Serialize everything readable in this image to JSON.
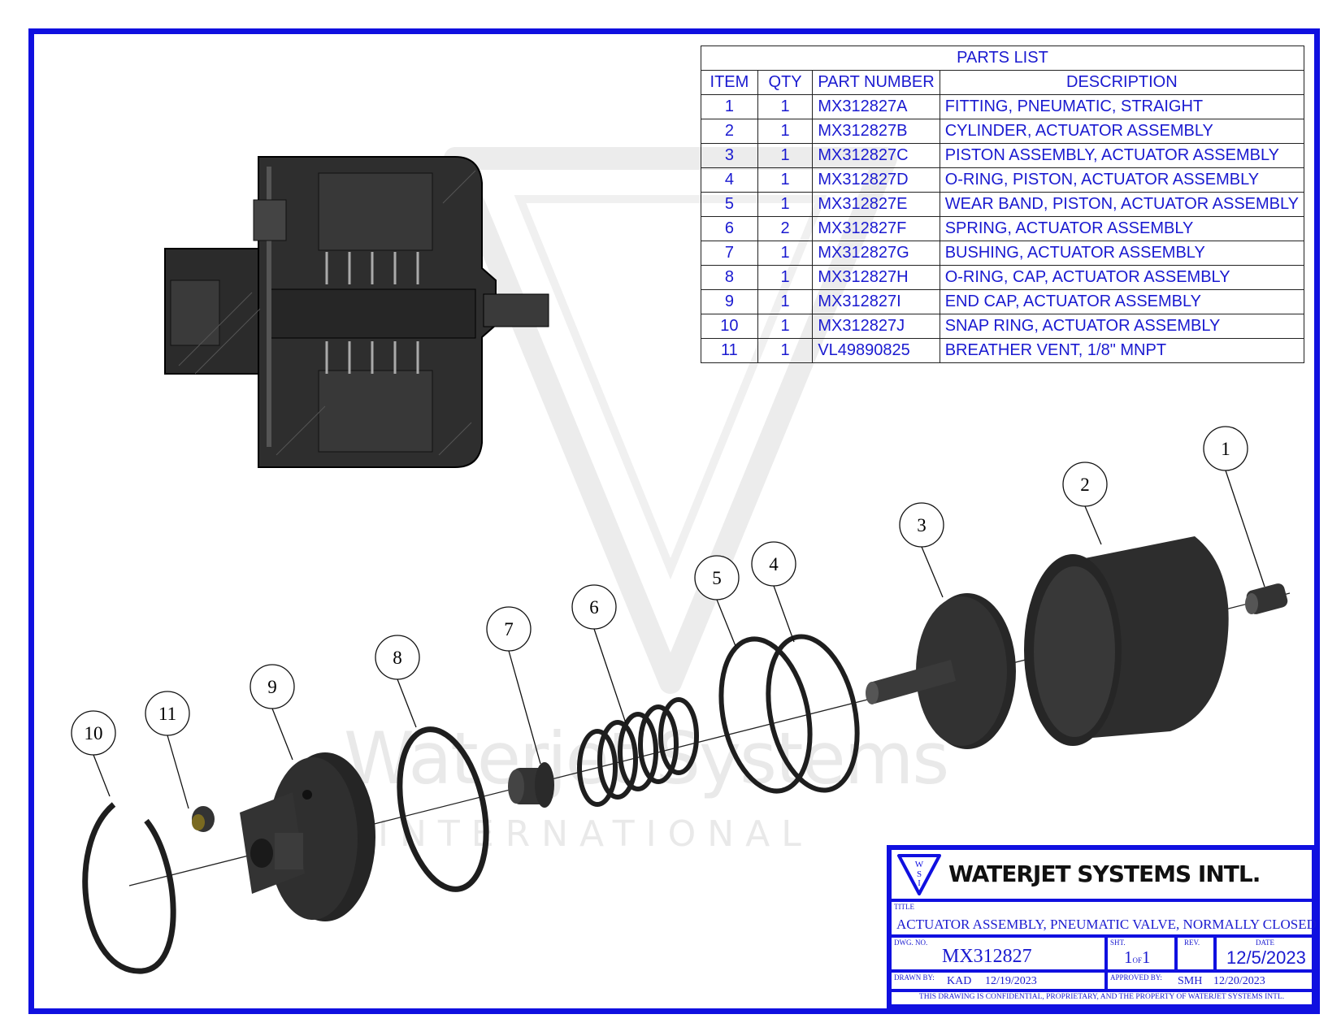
{
  "watermark": {
    "line1": "Waterjet Systems",
    "line2": "INTERNATIONAL"
  },
  "parts_list": {
    "title": "PARTS LIST",
    "columns": [
      "ITEM",
      "QTY",
      "PART NUMBER",
      "DESCRIPTION"
    ],
    "rows": [
      {
        "item": "1",
        "qty": "1",
        "part_number": "MX312827A",
        "description": "FITTING, PNEUMATIC, STRAIGHT"
      },
      {
        "item": "2",
        "qty": "1",
        "part_number": "MX312827B",
        "description": "CYLINDER, ACTUATOR ASSEMBLY"
      },
      {
        "item": "3",
        "qty": "1",
        "part_number": "MX312827C",
        "description": "PISTON ASSEMBLY, ACTUATOR ASSEMBLY"
      },
      {
        "item": "4",
        "qty": "1",
        "part_number": "MX312827D",
        "description": "O-RING, PISTON, ACTUATOR ASSEMBLY"
      },
      {
        "item": "5",
        "qty": "1",
        "part_number": "MX312827E",
        "description": "WEAR BAND, PISTON, ACTUATOR ASSEMBLY"
      },
      {
        "item": "6",
        "qty": "2",
        "part_number": "MX312827F",
        "description": "SPRING, ACTUATOR ASSEMBLY"
      },
      {
        "item": "7",
        "qty": "1",
        "part_number": "MX312827G",
        "description": "BUSHING, ACTUATOR ASSEMBLY"
      },
      {
        "item": "8",
        "qty": "1",
        "part_number": "MX312827H",
        "description": "O-RING, CAP, ACTUATOR ASSEMBLY"
      },
      {
        "item": "9",
        "qty": "1",
        "part_number": "MX312827I",
        "description": "END CAP, ACTUATOR ASSEMBLY"
      },
      {
        "item": "10",
        "qty": "1",
        "part_number": "MX312827J",
        "description": "SNAP RING, ACTUATOR ASSEMBLY"
      },
      {
        "item": "11",
        "qty": "1",
        "part_number": "VL49890825",
        "description": "BREATHER VENT, 1/8\" MNPT"
      }
    ]
  },
  "balloons": [
    "1",
    "2",
    "3",
    "4",
    "5",
    "6",
    "7",
    "8",
    "9",
    "10",
    "11"
  ],
  "title_block": {
    "logo_letters": "WSI",
    "company": "WATERJET SYSTEMS INTL.",
    "title_label": "TITLE",
    "title": "ACTUATOR ASSEMBLY, PNEUMATIC VALVE, NORMALLY CLOSED",
    "dwg_no_label": "DWG. NO.",
    "dwg_no": "MX312827",
    "sheet_label": "SHT.",
    "sheet_num": "1",
    "sheet_of": "OF",
    "sheet_total": "1",
    "rev_label": "REV.",
    "date_label": "DATE",
    "date": "12/5/2023",
    "drawn_by_label": "DRAWN BY:",
    "drawn_by": "KAD",
    "drawn_date": "12/19/2023",
    "approved_by_label": "APPROVED BY:",
    "approved_by": "SMH",
    "approved_date": "12/20/2023",
    "confidential": "THIS DRAWING IS CONFIDENTIAL, PROPRIETARY, AND THE PROPERTY OF WATERJET SYSTEMS INTL."
  },
  "colors": {
    "border": "#1010e0",
    "text": "#1a1ad0",
    "part": "#2a2a2a"
  }
}
